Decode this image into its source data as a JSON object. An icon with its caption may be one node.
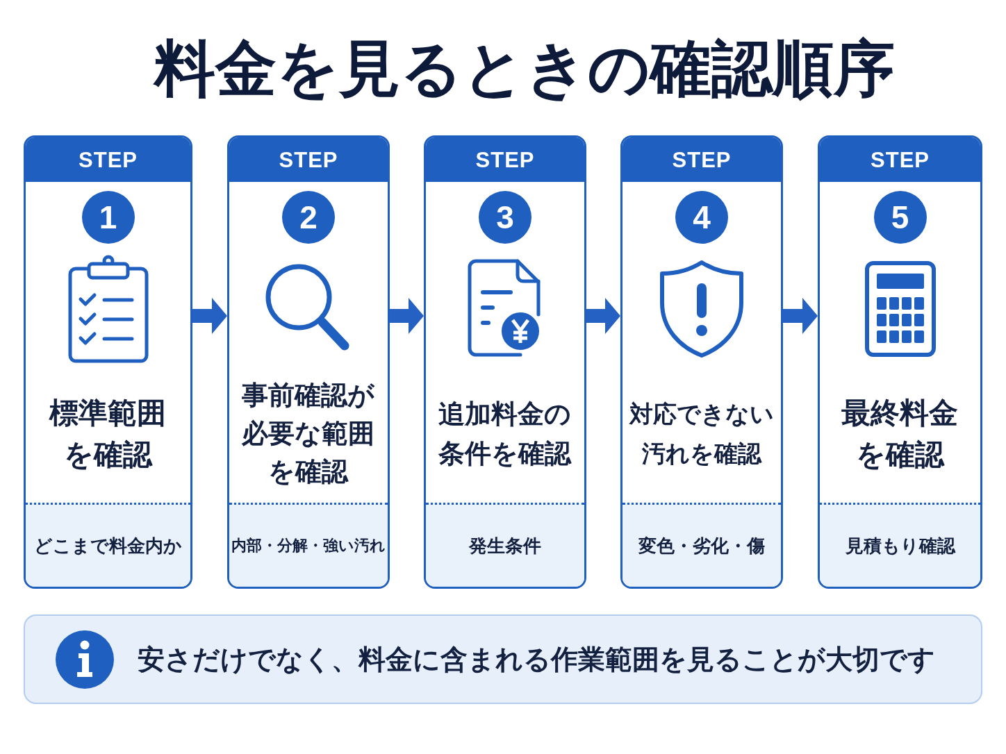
{
  "diagram": {
    "title": "料金を見るときの確認順序",
    "nodes": [
      {
        "text": [
          "STEP",
          "1",
          "標準範囲を確認",
          "どこまで料金内か"
        ]
      },
      {
        "text": [
          "STEP",
          "2",
          "事前確認が必要な範囲を確認",
          "内部・分解・強い汚れ"
        ]
      },
      {
        "text": [
          "STEP",
          "3",
          "追加料金の条件を確認",
          "発生条件"
        ]
      },
      {
        "text": [
          "STEP",
          "4",
          "対応できない汚れを確認",
          "変色・劣化・傷"
        ]
      },
      {
        "text": [
          "STEP",
          "5",
          "最終料金を確認",
          "見積もり確認"
        ]
      },
      {
        "text": [
          "安さだけでなく、料金に含まれる作業範囲を見ることが大切です"
        ]
      }
    ],
    "edges": [
      {
        "from": 0,
        "to": 1,
        "arrow": "to"
      },
      {
        "from": 1,
        "to": 2,
        "arrow": "to"
      },
      {
        "from": 2,
        "to": 3,
        "arrow": "to"
      },
      {
        "from": 3,
        "to": 4,
        "arrow": "to"
      }
    ]
  }
}
